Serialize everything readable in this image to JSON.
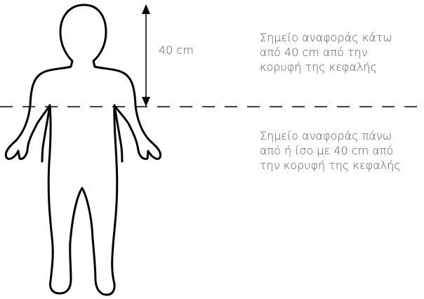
{
  "measurement": {
    "label": "40 cm"
  },
  "notes": {
    "above_line": [
      "Σημείο αναφοράς κάτω",
      "από 40 cm από την",
      "κορυφή της κεφαλής"
    ],
    "below_line": [
      "Σημείο αναφοράς πάνω",
      "από ή ίσο με 40 cm από",
      "την κορυφή της κεφαλής"
    ]
  },
  "colors": {
    "outline": "#000000",
    "text": "#555555"
  }
}
